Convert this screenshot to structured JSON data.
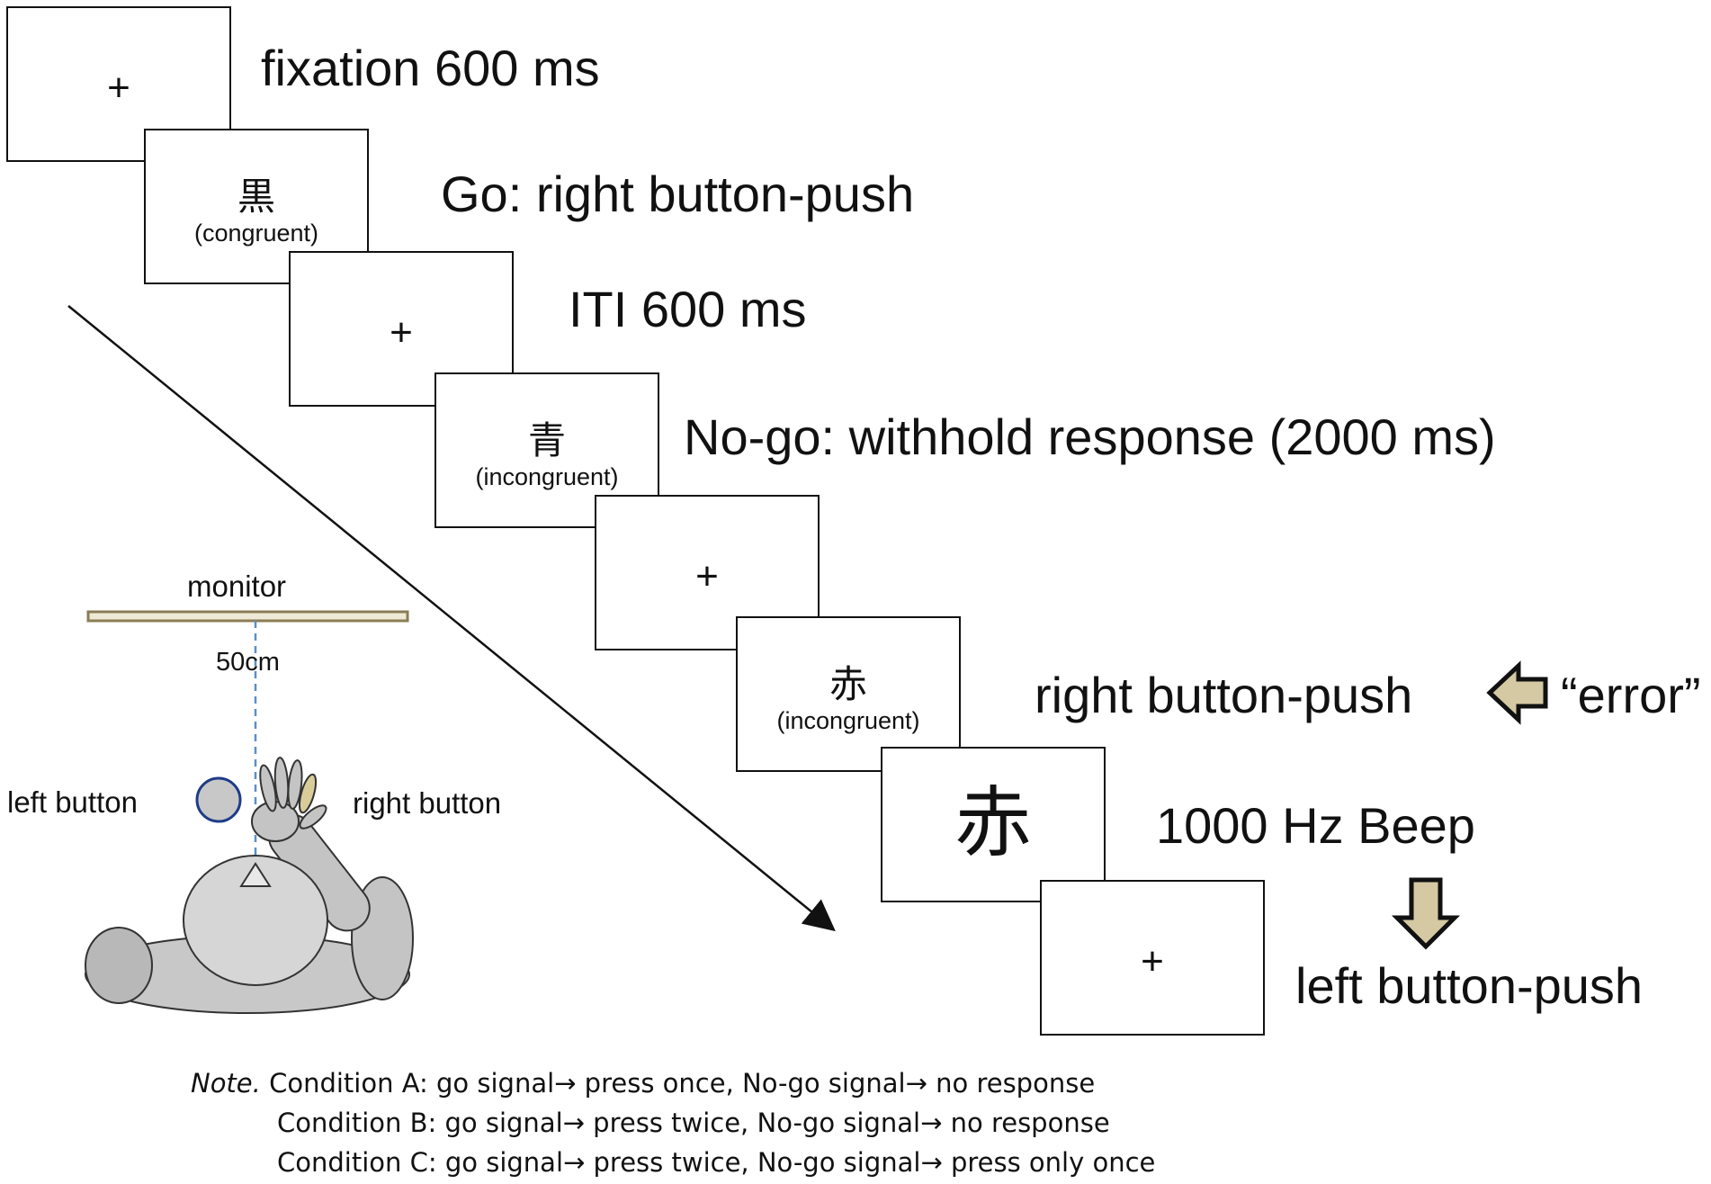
{
  "frames": [
    {
      "symbol": "+",
      "condition": "",
      "caption": "fixation 600 ms"
    },
    {
      "symbol": "黒",
      "condition": "(congruent)",
      "caption": "Go: right button-push"
    },
    {
      "symbol": "+",
      "condition": "",
      "caption": "ITI 600 ms"
    },
    {
      "symbol": "青",
      "condition": "(incongruent)",
      "caption": "No-go: withhold response (2000 ms)"
    },
    {
      "symbol": "+",
      "condition": "",
      "caption": ""
    },
    {
      "symbol": "赤",
      "condition": "(incongruent)",
      "caption": "right button-push"
    },
    {
      "symbol": "赤",
      "condition": "",
      "caption": "1000 Hz Beep"
    },
    {
      "symbol": "+",
      "condition": "",
      "caption": "left button-push"
    }
  ],
  "error_label": "“error”",
  "setup": {
    "monitor_label": "monitor",
    "distance_label": "50cm",
    "left_button_label": "left button",
    "right_button_label": "right button"
  },
  "note": {
    "prefix": "Note.",
    "lines": [
      "Condition A: go signal→ press once, No-go signal→ no response",
      "Condition B: go signal→ press twice, No-go signal→ no response",
      "Condition C: go signal→ press twice, No-go signal→ press only once"
    ]
  },
  "colors": {
    "monitor_fill": "#efead8",
    "monitor_stroke": "#8a7d55",
    "arrow_fill": "#d4c9a3",
    "button_stroke": "#1f3c88",
    "body_fill": "#cfcfcf",
    "dashed_line": "#5b8fc9"
  }
}
